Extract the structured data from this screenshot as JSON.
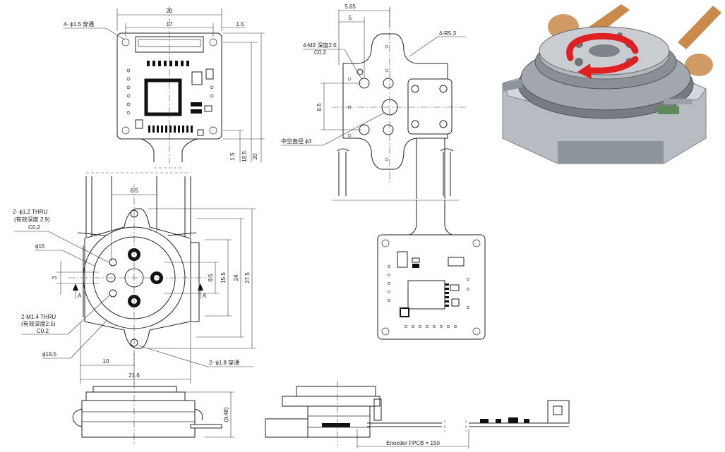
{
  "pcb_top": {
    "dim_width": "20",
    "dim_inner": "17",
    "dim_edge": "1.5",
    "label_holes": "4- ϕ1.5 穿通",
    "dim_v_small": "1.5",
    "dim_v_mid": "18.5",
    "dim_v_total": "20"
  },
  "stage_top": {
    "dim_565": "5.65",
    "dim_5": "5",
    "label_m2": "4-M2 深度2.0",
    "label_m2_c": "C0.2",
    "label_r": "4-R5.3",
    "dim_85": "8.5",
    "label_center": "中空直径 ϕ3"
  },
  "main_view": {
    "dim_65": "6.5",
    "label_thru1": "2- ϕ1.2 THRU",
    "label_thru1_depth": "(有效深度 2.9)",
    "label_thru1_c": "C0.2",
    "label_phi15": "ϕ15",
    "dim_3": "3",
    "label_a_left": "A",
    "label_a_right": "A",
    "dim_65_v": "6.5",
    "dim_155": "15.5",
    "dim_24": "24",
    "dim_275": "27.5",
    "label_m14": "2-M1.4 THRU",
    "label_m14_depth": "(有效深度2.5)",
    "label_m14_c": "C0.2",
    "label_phi195": "ϕ19.5",
    "label_phi18": "2- ϕ1.8 穿通",
    "dim_10": "10",
    "dim_216": "21.6"
  },
  "side_view": {
    "dim_948": "(9.48)",
    "label_fpcb": "Enocder FPCB = 150"
  },
  "render": {
    "description_arrow_color": "#e02020",
    "part_gray": "#9a9fa6",
    "fpc_color": "#c98a4b"
  }
}
